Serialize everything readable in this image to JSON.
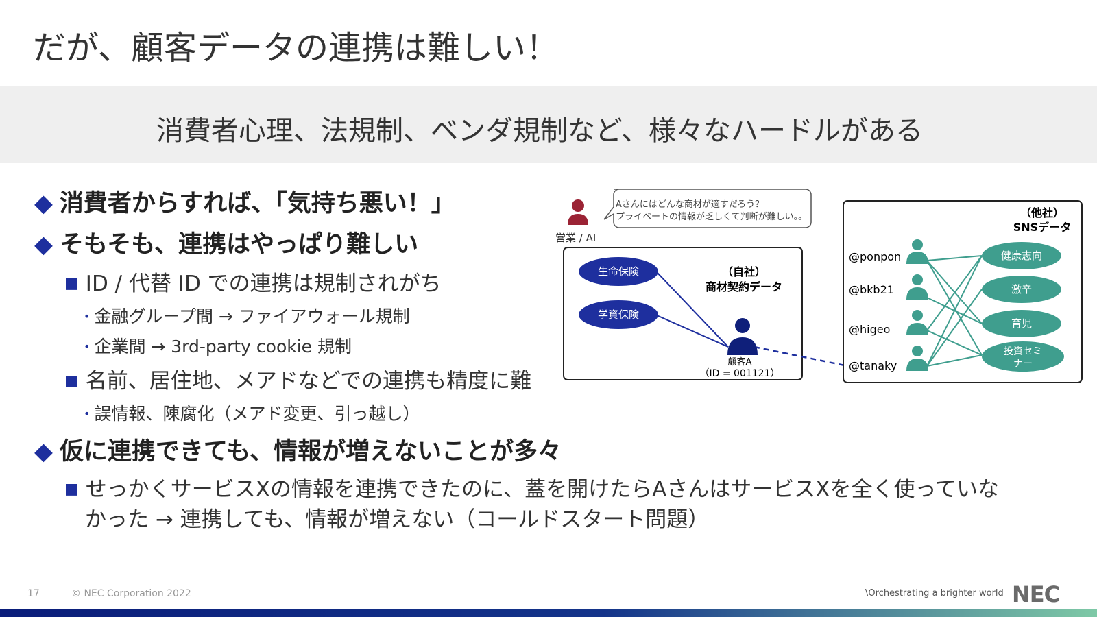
{
  "title": "だが、顧客データの連携は難しい！",
  "subtitle": "消費者心理、法規制、ベンダ規制など、様々なハードルがある",
  "bullets": {
    "b1": "消費者からすれば、「気持ち悪い！」",
    "b2": "そもそも、連携はやっぱり難しい",
    "b2_1": "ID / 代替 ID での連携は規制されがち",
    "b2_1_1": "金融グループ間 → ファイアウォール規制",
    "b2_1_2": "企業間 → 3rd-party cookie 規制",
    "b2_2": "名前、居住地、メアドなどでの連携も精度に難",
    "b2_2_1": "誤情報、陳腐化（メアド変更、引っ越し）",
    "b3": "仮に連携できても、情報が増えないことが多々",
    "b3_1a": "せっかくサービスXの情報を連携できたのに、蓋を開けたらAさんはサービスXを全く使っていな",
    "b3_1b": "かった → 連携しても、情報が増えない（コールドスタート問題）"
  },
  "markers": {
    "diamond": "◆",
    "square": "■",
    "dot": "•"
  },
  "diagram": {
    "speech_line1": "Aさんにはどんな商材が適すだろう？",
    "speech_line2": "プライベートの情報が乏しくて判断が難しい。。",
    "agent_label": "営業 / AI",
    "own_title1": "（自社）",
    "own_title2": "商材契約データ",
    "products": [
      "生命保険",
      "学資保険"
    ],
    "customer_name": "顧客A",
    "customer_id": "（ID = 001121）",
    "sns_title1": "（他社）",
    "sns_title2": "SNSデータ",
    "users": [
      "@ponpon",
      "@bkb21",
      "@higeo",
      "@tanaky"
    ],
    "interests": [
      "健康志向",
      "激辛",
      "育児",
      "投資セミ",
      "ナー"
    ]
  },
  "footer": {
    "page": "17",
    "copyright": "© NEC Corporation 2022",
    "tagline": "\\Orchestrating a brighter world",
    "logo": "NEC"
  },
  "colors": {
    "accent": "#1e2f9e",
    "agent": "#9b2335",
    "sns": "#3f9e8e"
  }
}
